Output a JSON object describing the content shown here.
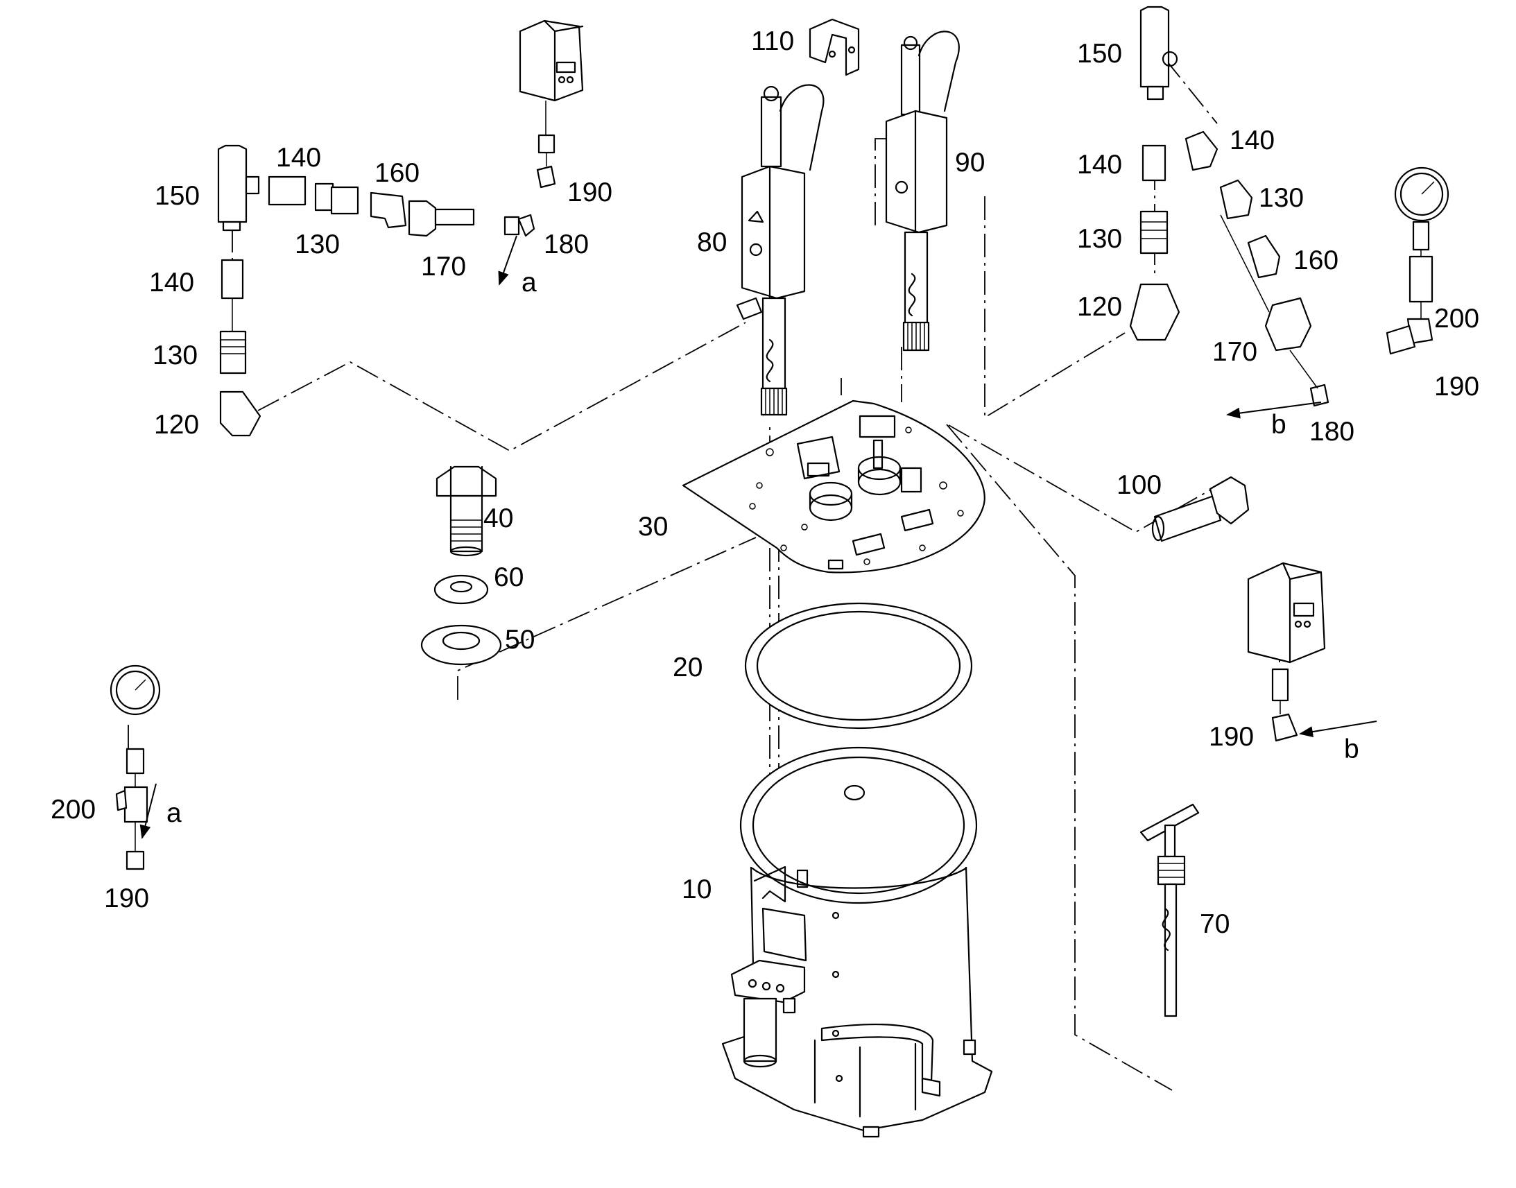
{
  "labels": [
    "10",
    "20",
    "30",
    "40",
    "50",
    "60",
    "70",
    "80",
    "90",
    "100",
    "110",
    "150",
    "140",
    "160",
    "130",
    "170",
    "190",
    "180",
    "a",
    "140",
    "130",
    "120",
    "150",
    "140",
    "130",
    "120",
    "140",
    "130",
    "160",
    "170",
    "200",
    "190",
    "180",
    "b",
    "190",
    "b",
    "200",
    "a",
    "190"
  ]
}
